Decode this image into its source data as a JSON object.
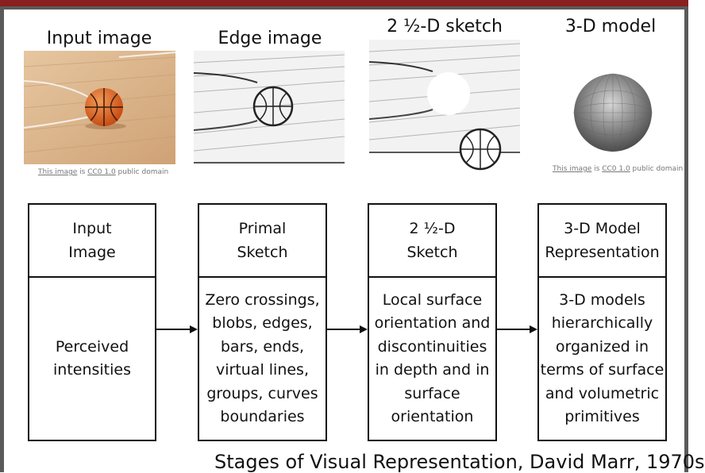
{
  "images": [
    {
      "title": "Input image"
    },
    {
      "title": "Edge image"
    },
    {
      "title": "2 ½-D sketch"
    },
    {
      "title": "3-D model"
    }
  ],
  "credits": [
    {
      "link": "This image",
      "mid": " is ",
      "license": "CC0 1.0",
      "tail": " public domain"
    },
    {
      "link": "This image",
      "mid": " is ",
      "license": "CC0 1.0",
      "tail": " public domain"
    }
  ],
  "stages": [
    {
      "head": "Input\nImage",
      "body": "Perceived\nintensities"
    },
    {
      "head": "Primal\nSketch",
      "body": "Zero crossings,\nblobs, edges,\nbars, ends,\nvirtual lines,\ngroups, curves\nboundaries"
    },
    {
      "head": "2 ½-D\nSketch",
      "body": "Local surface\norientation and\ndiscontinuities\nin depth and in\nsurface\norientation"
    },
    {
      "head": "3-D Model\nRepresentation",
      "body": "3-D models\nhierarchically\norganized in\nterms of surface\nand volumetric\nprimitives"
    }
  ],
  "caption": "Stages of Visual Representation, David Marr, 1970s",
  "colors": {
    "accent": "#8a1f1f",
    "frame": "#5a5a5a",
    "wood": "#d8b48a",
    "ball": "#e0661e"
  }
}
